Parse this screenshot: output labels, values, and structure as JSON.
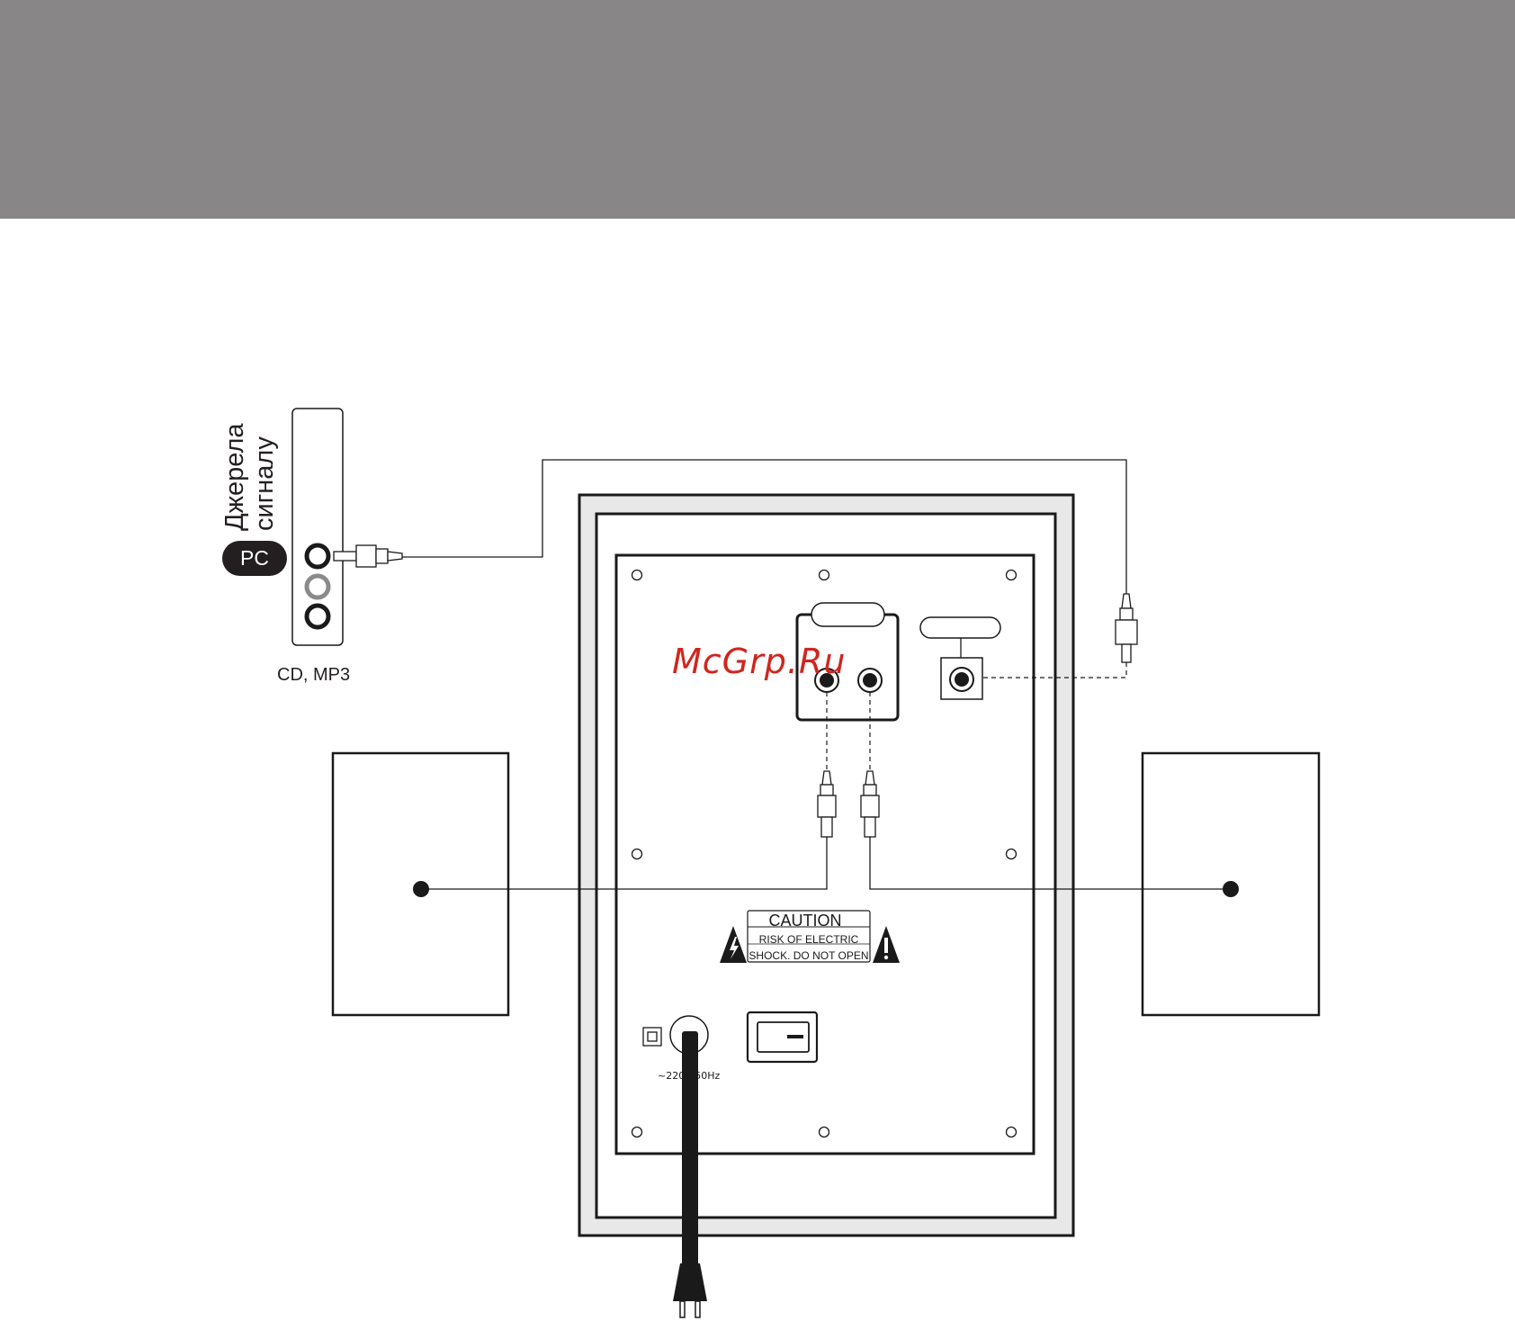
{
  "diagram": {
    "source_label_line1": "Джерела",
    "source_label_line2": "сигналу",
    "pc_badge": "PC",
    "device_caption": "CD, MP3",
    "watermark": "McGrp.Ru",
    "caution_title": "CAUTION",
    "caution_line1": "RISK OF ELECTRIC",
    "caution_line2": "SHOCK.  DO NOT OPEN",
    "power_rating": "~220V 50Hz"
  },
  "colors": {
    "header_gray": "#888687",
    "panel_gray": "#e8e8e8",
    "line": "#1a1a1a",
    "watermark_red": "#d0251f",
    "plug_fill": "#d8d8d8",
    "jack_gray": "#8a8a8a"
  },
  "icons": {
    "warning_bolt": "high-voltage-warning-icon",
    "warning_exclaim": "exclamation-warning-icon",
    "double_insulation": "double-insulation-icon",
    "power_switch": "power-switch-icon",
    "mains_plug": "mains-plug-icon"
  }
}
